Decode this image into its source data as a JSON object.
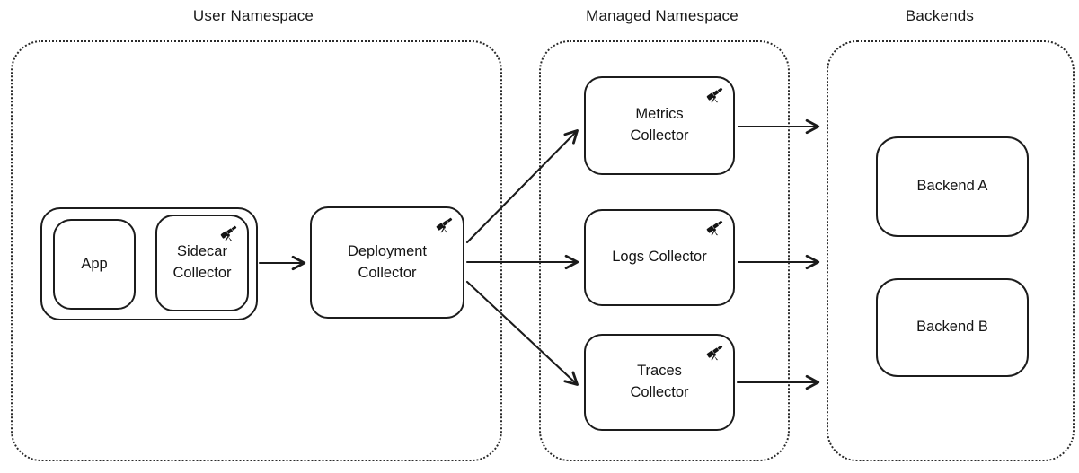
{
  "diagram": {
    "titles": {
      "user_namespace": "User Namespace",
      "managed_namespace": "Managed Namespace",
      "backends": "Backends"
    },
    "nodes": {
      "app": "App",
      "sidecar_collector": "Sidecar Collector",
      "deployment_collector": "Deployment Collector",
      "metrics_collector": "Metrics Collector",
      "logs_collector": "Logs Collector",
      "traces_collector": "Traces Collector",
      "backend_a": "Backend A",
      "backend_b": "Backend B"
    },
    "icons": {
      "collector_icon": "telescope"
    },
    "colors": {
      "stroke": "#1b1b1b",
      "background": "#ffffff"
    }
  }
}
